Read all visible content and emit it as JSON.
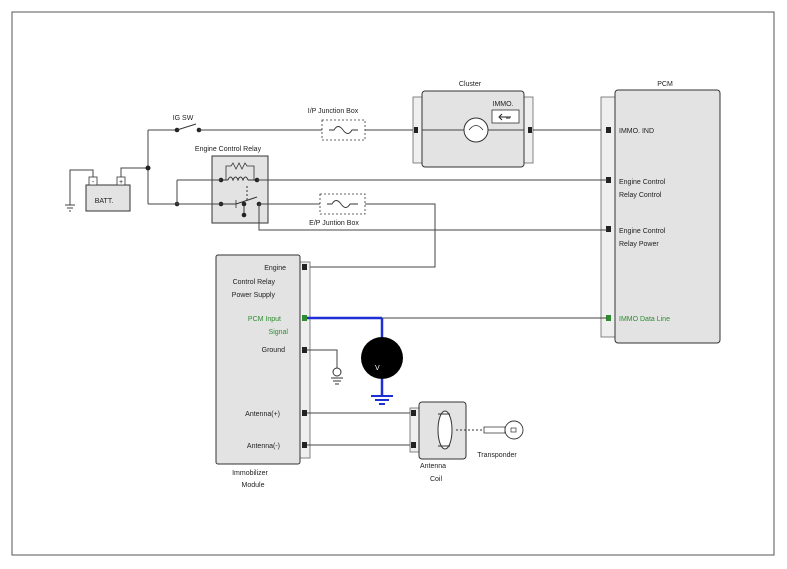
{
  "labels": {
    "ig_sw": "IG SW",
    "ip_junction_box": "I/P Junction Box",
    "cluster": "Cluster",
    "immo_indicator": "IMMO.",
    "pcm": "PCM",
    "batt": "BATT.",
    "batt_minus": "-",
    "batt_plus": "+",
    "engine_control_relay": "Engine Control Relay",
    "ep_junction_box": "E/P Juntion Box",
    "immobilizer_module_line1": "Immobilizer",
    "immobilizer_module_line2": "Module",
    "antenna_coil_line1": "Antenna",
    "antenna_coil_line2": "Coil",
    "transponder": "Transponder",
    "voltmeter": "V"
  },
  "pcm_pins": {
    "immo_ind": "IMMO. IND",
    "relay_control_line1": "Engine Control",
    "relay_control_line2": "Relay Control",
    "relay_power_line1": "Engine Control",
    "relay_power_line2": "Relay Power",
    "immo_data_line": "IMMO Data Line"
  },
  "module_pins": {
    "relay_supply_line1": "Engine",
    "relay_supply_line2": "Control Relay",
    "relay_supply_line3": "Power Supply",
    "pcm_input_line1": "PCM Input",
    "pcm_input_line2": "Signal",
    "ground": "Ground",
    "antenna_plus": "Antenna(+)",
    "antenna_minus": "Antenna(-)"
  },
  "colors": {
    "signal_wire": "#1f2fd6",
    "data_pin": "#2e8b2e",
    "meter": "#000000"
  }
}
